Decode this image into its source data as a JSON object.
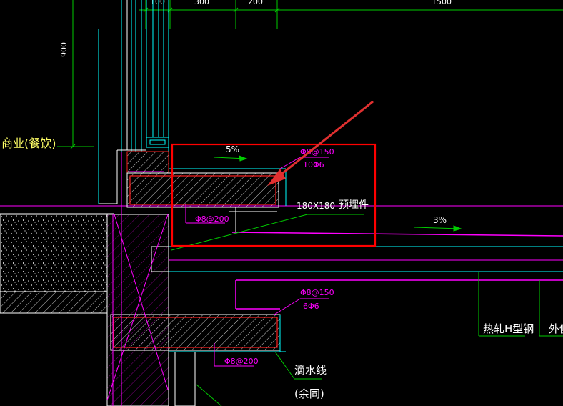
{
  "drawing": {
    "dims_top": [
      "100",
      "300",
      "200",
      "1500"
    ],
    "dim_vertical": "900",
    "room_label": "商业(餐饮)",
    "slope_upper": "5%",
    "slope_lower": "3%",
    "rebar_upper_main": "Φ8@150",
    "rebar_upper_dist": "10Φ6",
    "rebar_upper_stirrup": "Φ8@200",
    "embed_size": "180X180",
    "embed_label": "预埋件",
    "rebar_lower_main": "Φ8@150",
    "rebar_lower_dist": "6Φ6",
    "rebar_lower_stirrup": "Φ8@200",
    "drip_label": "滴水线",
    "drip_note": "(余同)",
    "steel_label": "热轧H型钢",
    "outer_label": "外侧"
  },
  "colors": {
    "background": "#000000",
    "white": "#ffffff",
    "green": "#00cc00",
    "cyan": "#00ffff",
    "magenta": "#ff00ff",
    "red": "#ff2020",
    "highlight_box": "#ff0000",
    "arrow": "#e03030"
  }
}
